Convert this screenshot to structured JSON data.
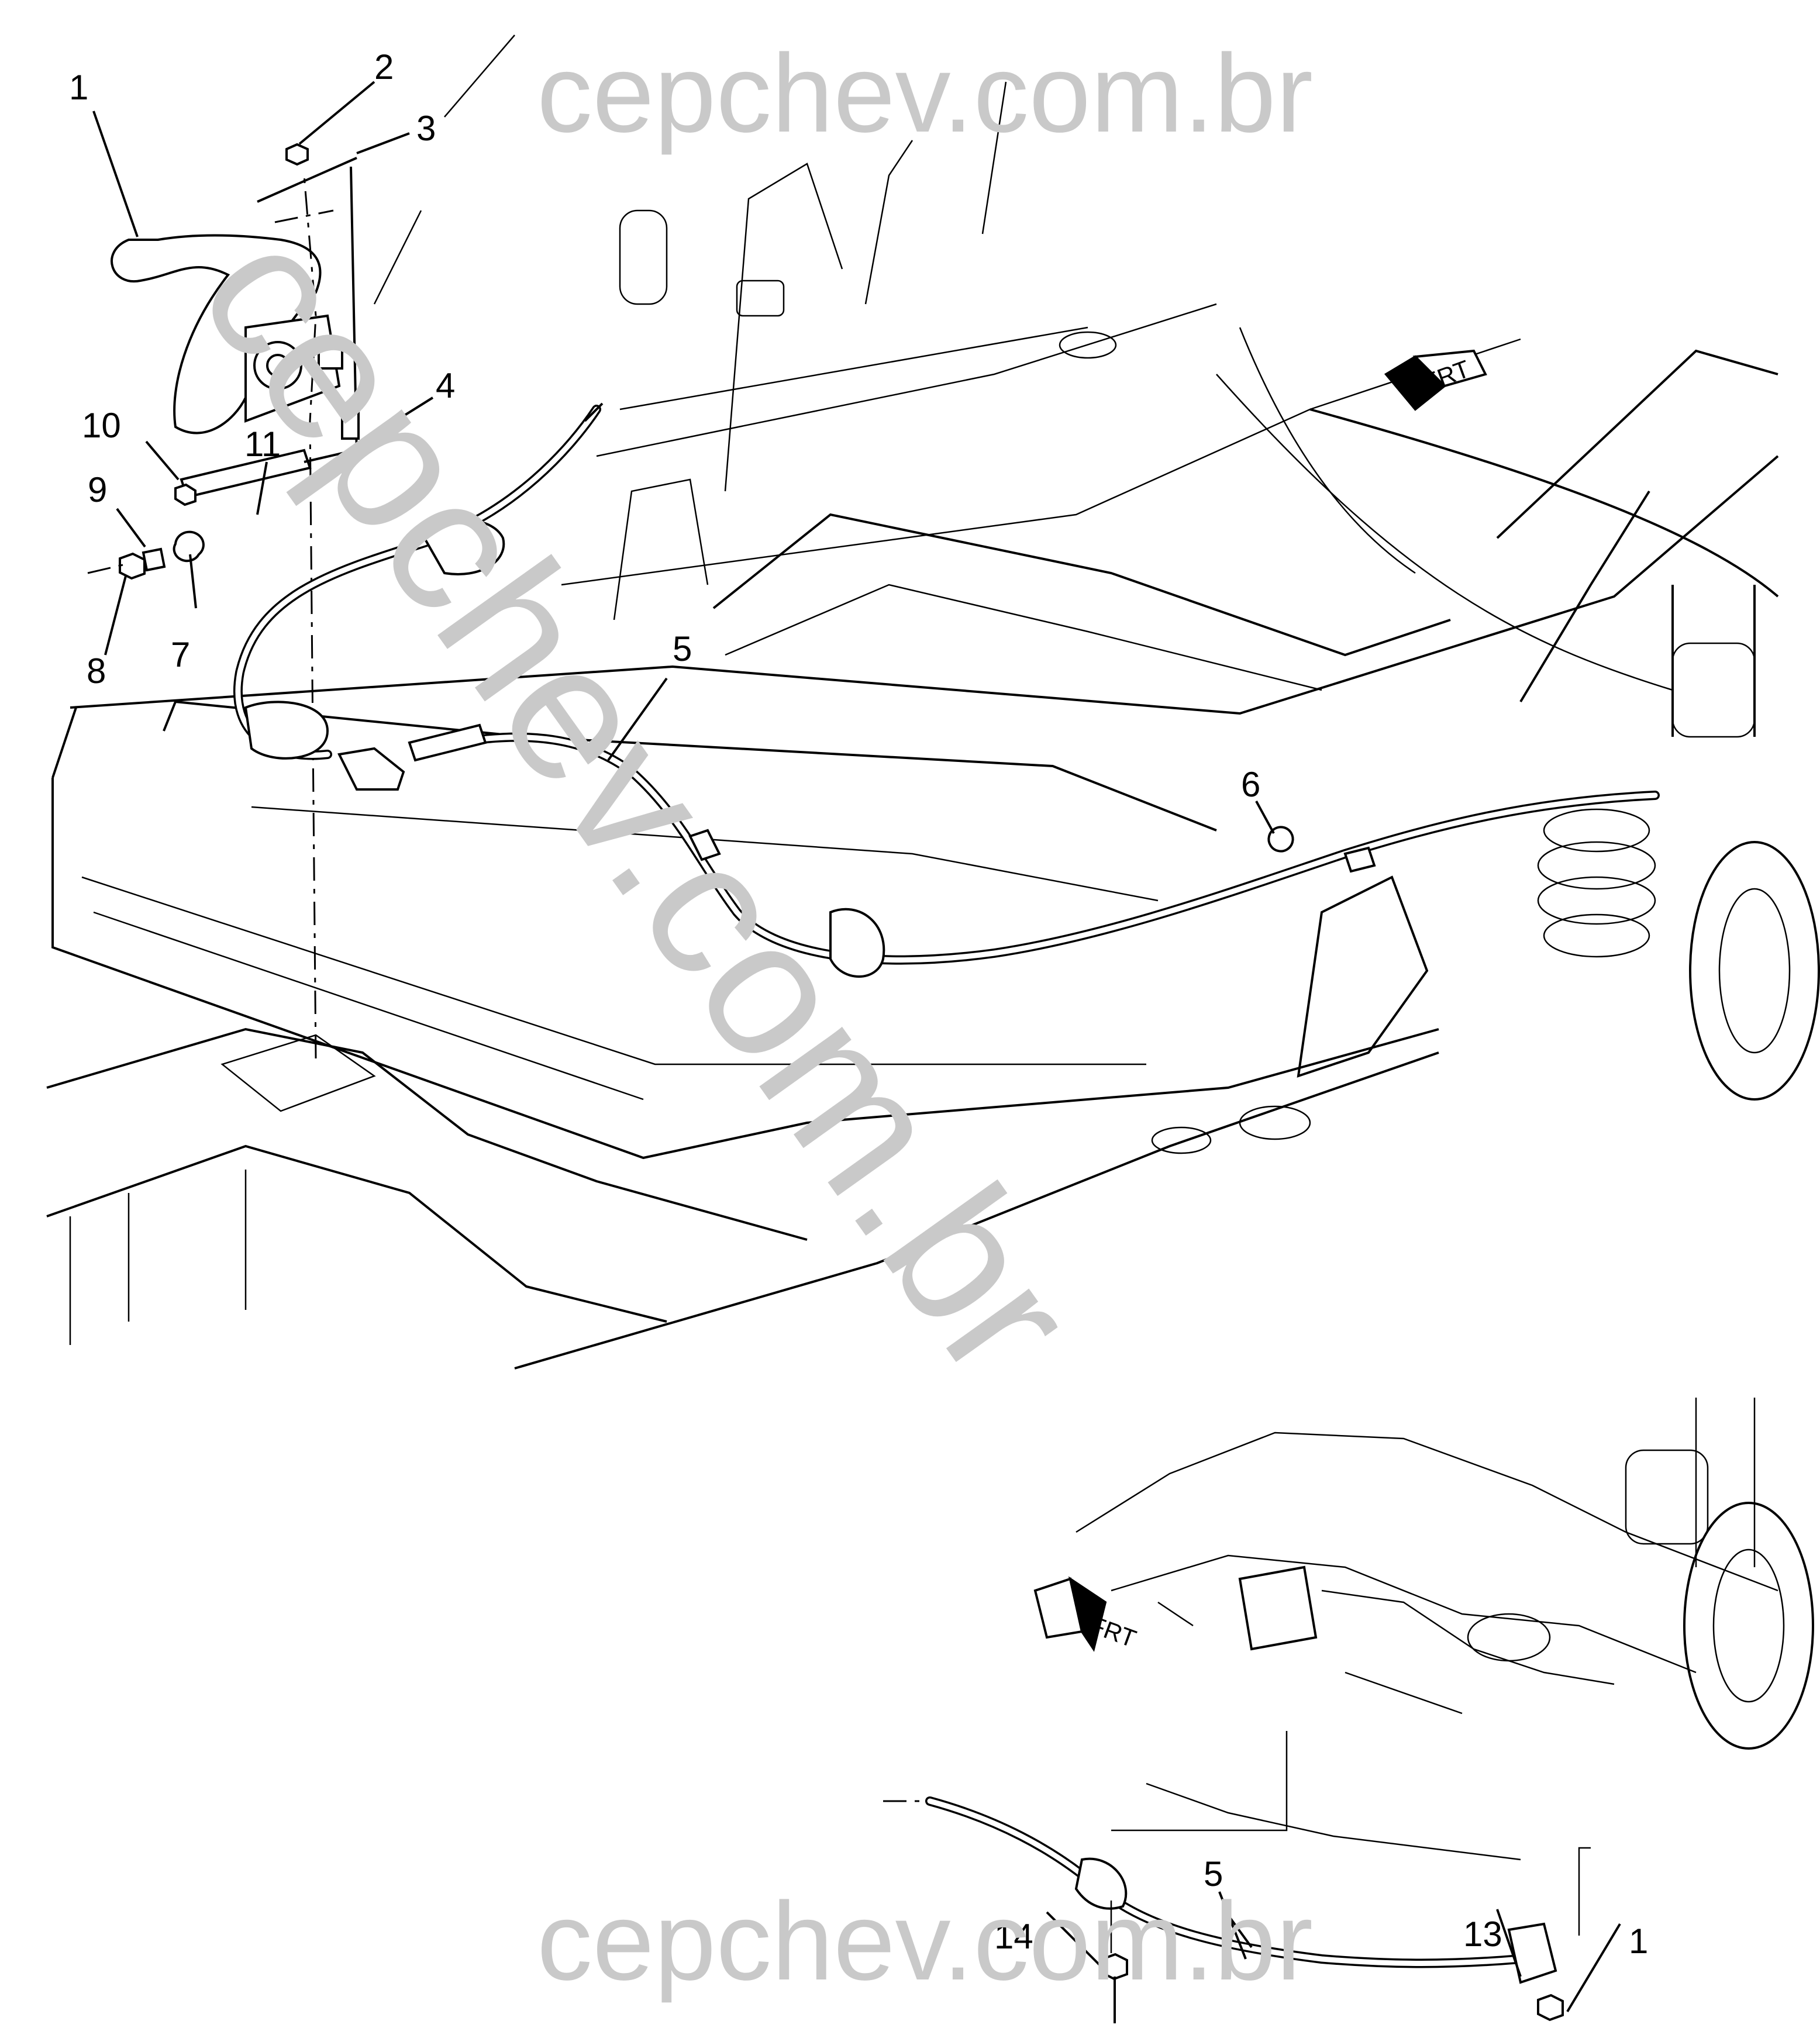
{
  "watermark": {
    "top": "cepchev.com.br",
    "bottom": "cepchev.com.br",
    "diagonal": "cepchev.com.br"
  },
  "orientation_arrow": {
    "label": "FRT",
    "icon": "front-direction-arrow-icon"
  },
  "callouts": [
    "1",
    "2",
    "3",
    "4",
    "5",
    "6",
    "7",
    "8",
    "9",
    "10",
    "11",
    "5",
    "14",
    "5",
    "13",
    "1"
  ]
}
